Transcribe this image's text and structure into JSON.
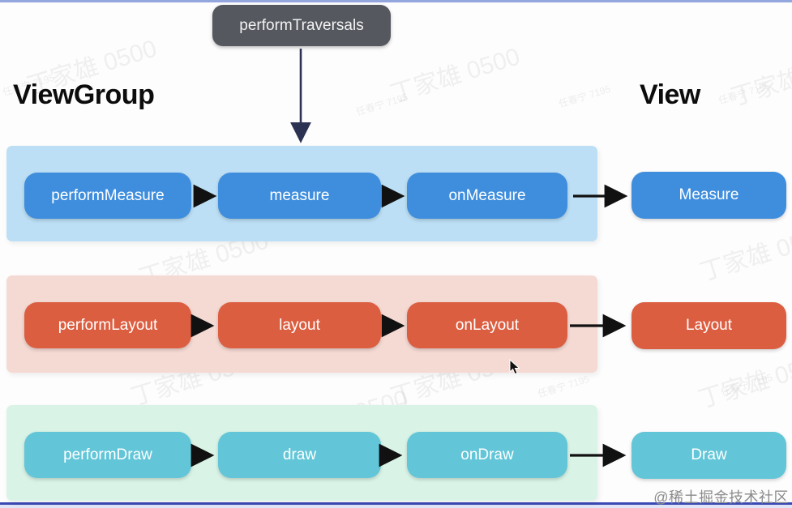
{
  "diagram": {
    "root_node": "performTraversals",
    "left_title": "ViewGroup",
    "right_title": "View",
    "rows": [
      {
        "phase": "measure",
        "steps": [
          "performMeasure",
          "measure",
          "onMeasure"
        ],
        "view_step": "Measure",
        "button_color": "#3f8edd",
        "panel_color": "#bcdff5"
      },
      {
        "phase": "layout",
        "steps": [
          "performLayout",
          "layout",
          "onLayout"
        ],
        "view_step": "Layout",
        "button_color": "#dc5e41",
        "panel_color": "#f5d9d3"
      },
      {
        "phase": "draw",
        "steps": [
          "performDraw",
          "draw",
          "onDraw"
        ],
        "view_step": "Draw",
        "button_color": "#62c6d8",
        "panel_color": "#d9f4e7"
      }
    ]
  },
  "watermarks": {
    "large": "丁家雄 0500",
    "small": "任春宁 7195",
    "community": "@稀土掘金技术社区"
  },
  "colors": {
    "root_node_bg": "#55585f",
    "arrow": "#111111",
    "vertical_arrow": "#2c3352",
    "top_border": "#93a6de",
    "bottom_border": "#3b49b5"
  }
}
